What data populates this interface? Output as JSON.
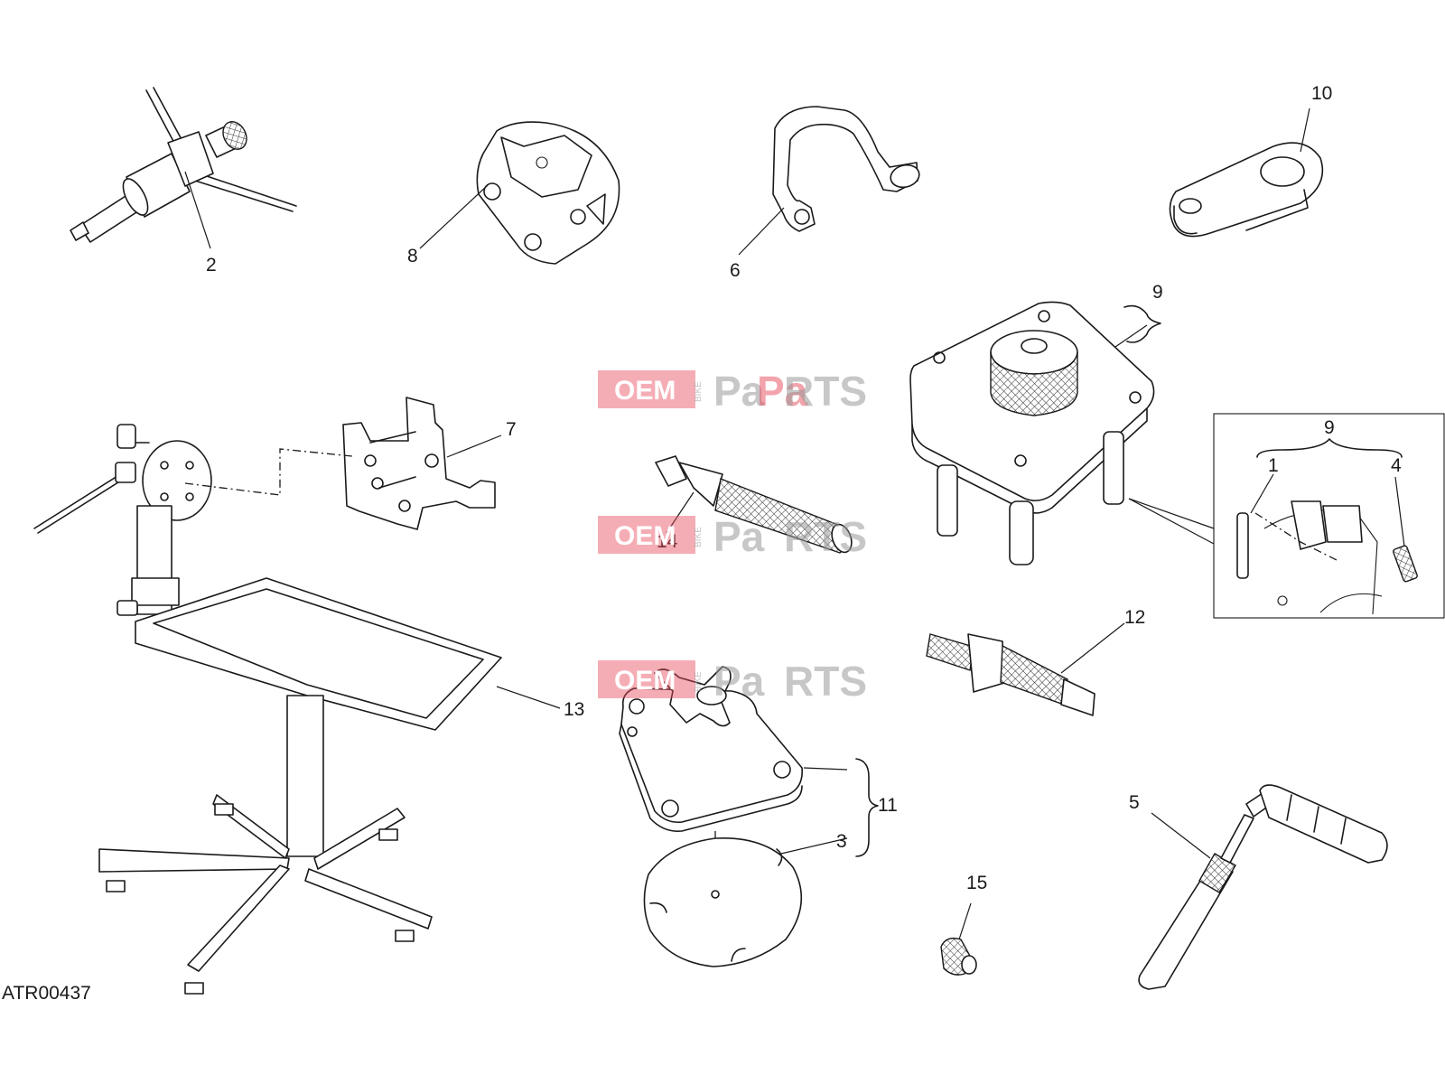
{
  "diagram": {
    "code": "ATR00437",
    "watermark": {
      "part1": "OEM",
      "part2": "BIKE",
      "part3": "Pa",
      "part4": "RTS"
    },
    "labels": {
      "l2": "2",
      "l8": "8",
      "l6": "6",
      "l10": "10",
      "l9a": "9",
      "l9b": "9",
      "l1": "1",
      "l4": "4",
      "l7": "7",
      "l14": "14",
      "l13": "13",
      "l12": "12",
      "l11": "11",
      "l3": "3",
      "l5": "5",
      "l15": "15"
    }
  }
}
